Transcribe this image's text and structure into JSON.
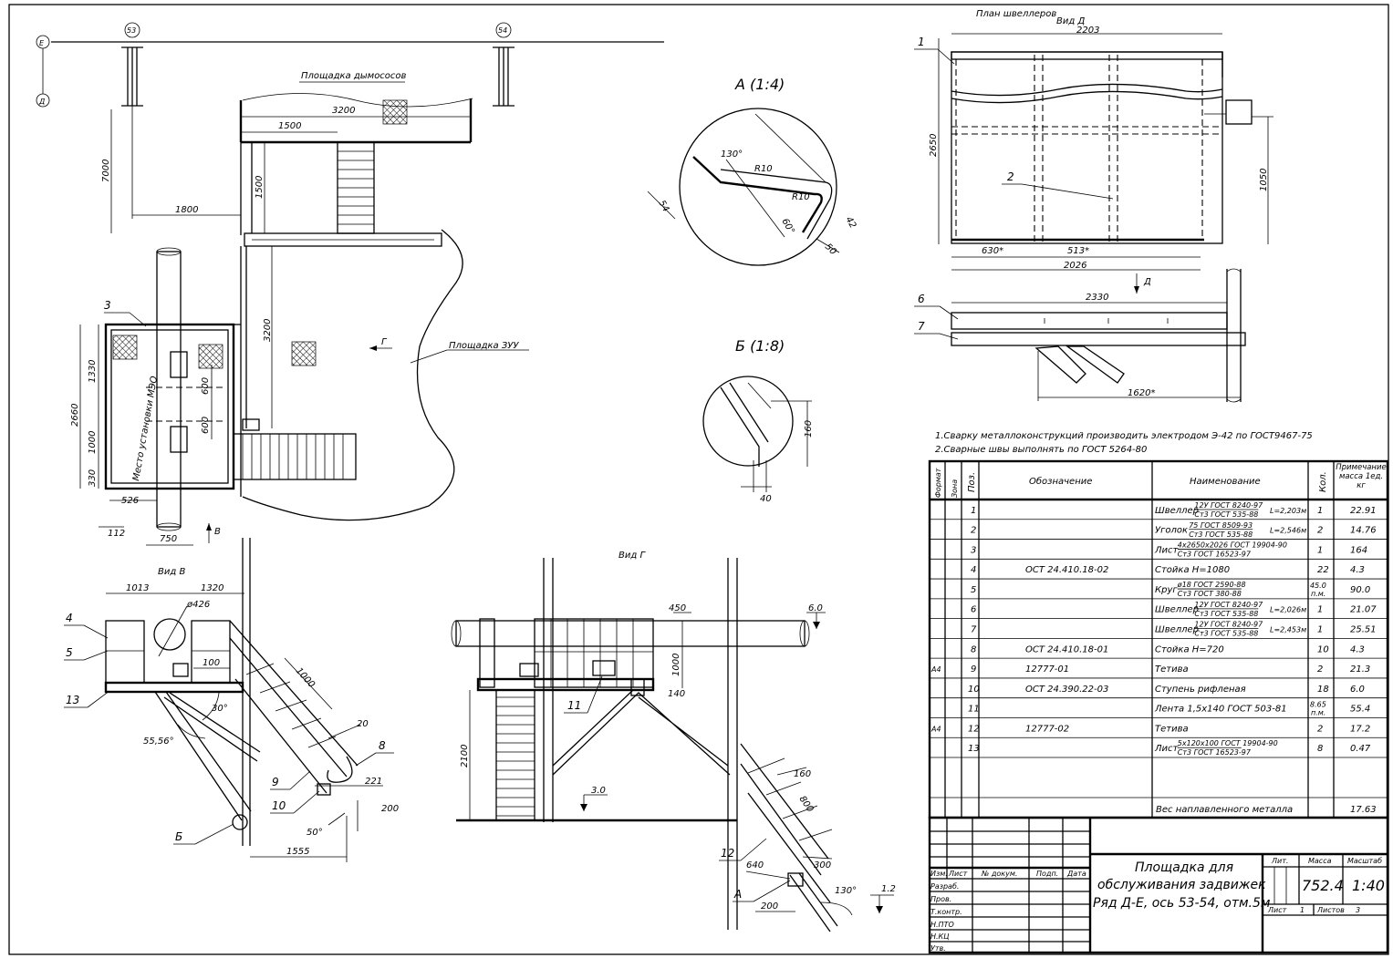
{
  "axes": {
    "row_e": "Е",
    "row_d": "Д",
    "col_53": "53",
    "col_54": "54"
  },
  "plan": {
    "smoke_platform_label": "Площадка дымососов",
    "zuu_platform_label": "Площадка ЗУУ",
    "mzo_place_label": "Место установки МЭО",
    "view_marker_g": "Г",
    "view_marker_v": "В",
    "dims": {
      "d3200_top": "3200",
      "d1500_top": "1500",
      "d1500_side": "1500",
      "d7000": "7000",
      "d1800": "1800",
      "d3200_side": "3200",
      "d1330": "1330",
      "d2660": "2660",
      "d1000": "1000",
      "d330": "330",
      "d600a": "600",
      "d600b": "600",
      "d526": "526",
      "d112": "112",
      "d750": "750"
    },
    "pos_3": "3"
  },
  "detail_a": {
    "title": "А (1:4)",
    "a130": "130°",
    "r10a": "R10",
    "r10b": "R10",
    "a60": "60°",
    "d54": "54",
    "d42": "42",
    "d50": "50"
  },
  "detail_b": {
    "title": "Б (1:8)",
    "d160": "160",
    "d40": "40"
  },
  "channel_plan": {
    "title": "План швеллеров",
    "view_d": "Вид Д",
    "d2203": "2203",
    "d2650": "2650",
    "d1050": "1050",
    "d630": "630*",
    "d513": "513*",
    "d2026": "2026",
    "pos_1": "1",
    "pos_2": "2",
    "marker_d": "Д"
  },
  "side_view": {
    "d2330": "2330",
    "d1620": "1620*",
    "pos_6": "6",
    "pos_7": "7"
  },
  "view_v": {
    "title": "Вид В",
    "d1013": "1013",
    "d1320": "1320",
    "d426": "ø426",
    "d100": "100",
    "d1000": "1000",
    "d20": "20",
    "d221": "221",
    "d200": "200",
    "d1555": "1555",
    "a30": "30°",
    "a5556": "55,56°",
    "a50": "50°",
    "pos_4": "4",
    "pos_5": "5",
    "pos_13": "13",
    "pos_8": "8",
    "pos_9": "9",
    "pos_10": "10",
    "marker_b": "Б"
  },
  "view_g": {
    "title": "Вид Г",
    "d450": "450",
    "d1000": "1000",
    "d140": "140",
    "d2100": "2100",
    "d160": "160",
    "d800": "800",
    "d640": "640",
    "d300": "300",
    "d200": "200",
    "a130": "130°",
    "elev_60": "6.0",
    "elev_30": "3.0",
    "elev_12": "1.2",
    "pos_11": "11",
    "pos_12": "12",
    "marker_a": "А"
  },
  "notes": [
    "1.Сварку металлоконструкций производить электродом Э-42 по ГОСТ9467-75",
    "2.Сварные швы выполнять по ГОСТ 5264-80"
  ],
  "spec": {
    "headers": {
      "format": "Формат",
      "zone": "Зона",
      "pos": "Поз.",
      "designation": "Обозначение",
      "name": "Наименование",
      "qty": "Кол.",
      "note": "Примечание масса 1ед. кг"
    },
    "rows": [
      {
        "format": "",
        "pos": "1",
        "designation": "",
        "name": "Швеллер",
        "std_top": "12У ГОСТ 8240-97",
        "std_bottom": "Ст3 ГОСТ 535-88",
        "suffix": "L=2,203м",
        "qty": "1",
        "note": "22.91"
      },
      {
        "format": "",
        "pos": "2",
        "designation": "",
        "name": "Уголок",
        "std_top": "75 ГОСТ 8509-93",
        "std_bottom": "Ст3 ГОСТ 535-88",
        "suffix": "L=2,546м",
        "qty": "2",
        "note": "14.76"
      },
      {
        "format": "",
        "pos": "3",
        "designation": "",
        "name": "Лист",
        "std_top": "4х2650х2026 ГОСТ 19904-90",
        "std_bottom": "Ст3 ГОСТ 16523-97",
        "suffix": "",
        "qty": "1",
        "note": "164"
      },
      {
        "format": "",
        "pos": "4",
        "designation": "ОСТ 24.410.18-02",
        "name": "Стойка Н=1080",
        "std_top": "",
        "std_bottom": "",
        "suffix": "",
        "qty": "22",
        "note": "4.3"
      },
      {
        "format": "",
        "pos": "5",
        "designation": "",
        "name": "Круг",
        "std_top": "ø18 ГОСТ 2590-88",
        "std_bottom": "Ст3 ГОСТ 380-88",
        "suffix": "",
        "qty": "45.0 п.м.",
        "note": "90.0"
      },
      {
        "format": "",
        "pos": "6",
        "designation": "",
        "name": "Швеллер",
        "std_top": "12У ГОСТ 8240-97",
        "std_bottom": "Ст3 ГОСТ 535-88",
        "suffix": "L=2,026м",
        "qty": "1",
        "note": "21.07"
      },
      {
        "format": "",
        "pos": "7",
        "designation": "",
        "name": "Швеллер",
        "std_top": "12У ГОСТ 8240-97",
        "std_bottom": "Ст3 ГОСТ 535-88",
        "suffix": "L=2,453м",
        "qty": "1",
        "note": "25.51"
      },
      {
        "format": "",
        "pos": "8",
        "designation": "ОСТ 24.410.18-01",
        "name": "Стойка Н=720",
        "std_top": "",
        "std_bottom": "",
        "suffix": "",
        "qty": "10",
        "note": "4.3"
      },
      {
        "format": "А4",
        "pos": "9",
        "designation": "12777-01",
        "name": "Тетива",
        "std_top": "",
        "std_bottom": "",
        "suffix": "",
        "qty": "2",
        "note": "21.3"
      },
      {
        "format": "",
        "pos": "10",
        "designation": "ОСТ 24.390.22-03",
        "name": "Ступень рифленая",
        "std_top": "",
        "std_bottom": "",
        "suffix": "",
        "qty": "18",
        "note": "6.0"
      },
      {
        "format": "",
        "pos": "11",
        "designation": "",
        "name": "Лента 1,5х140 ГОСТ 503-81",
        "std_top": "",
        "std_bottom": "",
        "suffix": "",
        "qty": "8.65 п.м.",
        "note": "55.4"
      },
      {
        "format": "А4",
        "pos": "12",
        "designation": "12777-02",
        "name": "Тетива",
        "std_top": "",
        "std_bottom": "",
        "suffix": "",
        "qty": "2",
        "note": "17.2"
      },
      {
        "format": "",
        "pos": "13",
        "designation": "",
        "name": "Лист",
        "std_top": "5х120х100 ГОСТ 19904-90",
        "std_bottom": "Ст3 ГОСТ 16523-97",
        "suffix": "",
        "qty": "8",
        "note": "0.47"
      }
    ],
    "weld_label": "Вес наплавленного металла",
    "weld_value": "17.63"
  },
  "title_block": {
    "title_line1": "Площадка для",
    "title_line2": "обслуживания задвижек",
    "title_line3": "Ряд Д-Е, ось 53-54, отм.5м",
    "lit_label": "Лит.",
    "mass_label": "Масса",
    "scale_label": "Масштаб",
    "mass_value": "752.4",
    "scale_value": "1:40",
    "sheet_label": "Лист",
    "sheet_value": "1",
    "sheets_label": "Листов",
    "sheets_value": "3",
    "cols": [
      "Изм.",
      "Лист",
      "№ докум.",
      "Подп.",
      "Дата"
    ],
    "roles": [
      "Разраб.",
      "Пров.",
      "Т.контр.",
      "Н.ПТО",
      "Н.КЦ",
      "Утв."
    ]
  }
}
